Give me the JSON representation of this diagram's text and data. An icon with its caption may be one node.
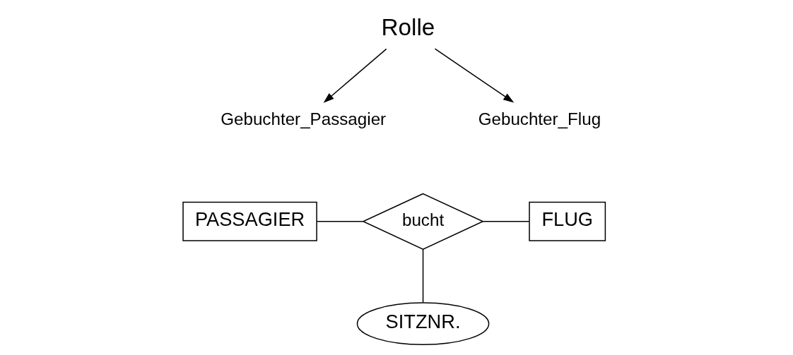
{
  "diagram": {
    "nodes": [
      {
        "text": [
          "Rolle"
        ]
      },
      {
        "text": [
          "Gebuchter_Passagier"
        ]
      },
      {
        "text": [
          "Gebuchter_Flug"
        ]
      },
      {
        "text": [
          "PASSAGIER"
        ]
      },
      {
        "text": [
          "bucht"
        ]
      },
      {
        "text": [
          "FLUG"
        ]
      },
      {
        "text": [
          "SITZNR."
        ]
      }
    ],
    "edges": [
      {
        "from": 0,
        "to": 1,
        "arrow": "to"
      },
      {
        "from": 0,
        "to": 2,
        "arrow": "to"
      },
      {
        "from": 3,
        "to": 4,
        "arrow": "none"
      },
      {
        "from": 4,
        "to": 5,
        "arrow": "none"
      },
      {
        "from": 4,
        "to": 6,
        "arrow": "none"
      }
    ]
  }
}
